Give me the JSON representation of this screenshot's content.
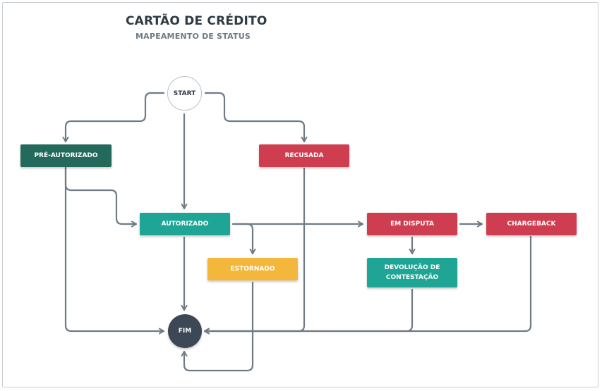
{
  "header": {
    "title": "CARTÃO DE CRÉDITO",
    "subtitle": "MAPEAMENTO DE STATUS"
  },
  "colors": {
    "dark_green": "#236a5c",
    "teal": "#1fa595",
    "red": "#cf3d50",
    "yellow": "#f3b73c",
    "end_node": "#3c4856",
    "edge": "#6e7b87"
  },
  "nodes": {
    "start": "START",
    "pre_autorizado": "PRÉ-AUTORIZADO",
    "recusada": "RECUSADA",
    "autorizado": "AUTORIZADO",
    "em_disputa": "EM DISPUTA",
    "chargeback": "CHARGEBACK",
    "estornado": "ESTORNADO",
    "devolucao_line1": "DEVOLUÇÃO DE",
    "devolucao_line2": "CONTESTAÇÃO",
    "fim": "FIM"
  },
  "edges": [
    {
      "from": "start",
      "to": "pre_autorizado"
    },
    {
      "from": "start",
      "to": "autorizado"
    },
    {
      "from": "start",
      "to": "recusada"
    },
    {
      "from": "pre_autorizado",
      "to": "autorizado"
    },
    {
      "from": "pre_autorizado",
      "to": "fim"
    },
    {
      "from": "autorizado",
      "to": "em_disputa"
    },
    {
      "from": "autorizado",
      "to": "estornado"
    },
    {
      "from": "autorizado",
      "to": "fim"
    },
    {
      "from": "em_disputa",
      "to": "chargeback"
    },
    {
      "from": "em_disputa",
      "to": "devolucao_contestacao"
    },
    {
      "from": "recusada",
      "to": "fim"
    },
    {
      "from": "devolucao_contestacao",
      "to": "fim"
    },
    {
      "from": "chargeback",
      "to": "fim"
    },
    {
      "from": "estornado",
      "to": "fim"
    }
  ]
}
